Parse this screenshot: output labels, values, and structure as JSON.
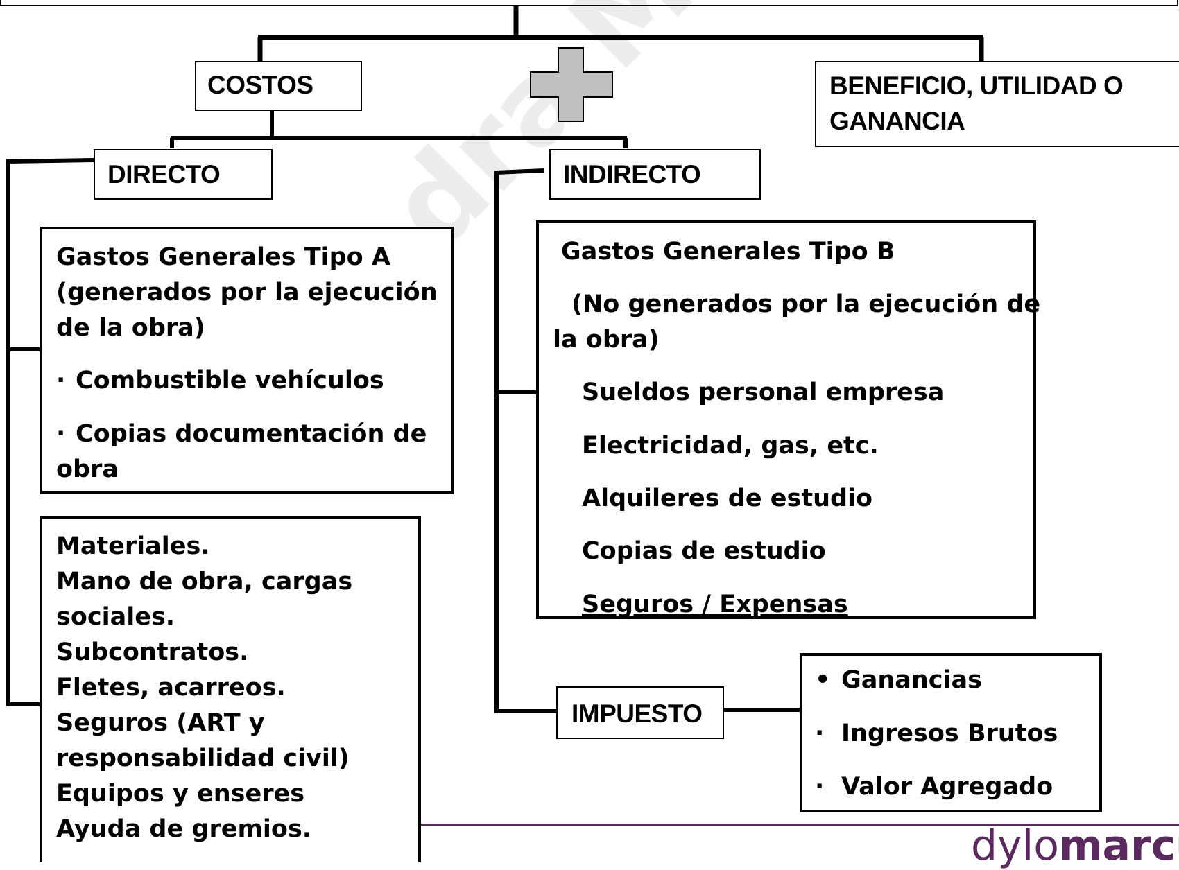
{
  "nodes": {
    "costos": "COSTOS",
    "beneficio_line1": "BENEFICIO, UTILIDAD O",
    "beneficio_line2": "GANANCIA",
    "directo": "DIRECTO",
    "indirecto": "INDIRECTO",
    "impuesto": "IMPUESTO"
  },
  "tipo_a": {
    "lines": [
      "Gastos Generales Tipo A",
      "(generados por la ejecución",
      "de la obra)"
    ],
    "items": [
      "Combustible vehículos",
      "Copias documentación de"
    ],
    "item2_cont": "obra"
  },
  "directos": {
    "lines": [
      "Materiales.",
      "Mano de obra, cargas",
      "sociales.",
      "Subcontratos.",
      "Fletes, acarreos.",
      "Seguros (ART y",
      "responsabilidad civil)",
      "Equipos y enseres",
      "Ayuda de gremios."
    ]
  },
  "tipo_b": {
    "title": "Gastos Generales Tipo B",
    "sub1": "(No generados por la ejecución de",
    "sub2": "la obra)",
    "items": [
      "Sueldos personal empresa",
      "Electricidad, gas, etc.",
      "Alquileres de estudio",
      "Copias de estudio",
      "Seguros / Expensas"
    ]
  },
  "impuestos": {
    "items": [
      "Ganancias",
      "Ingresos Brutos",
      "Valor Agregado"
    ],
    "bullets": [
      "•",
      "·",
      "·"
    ]
  },
  "watermark": "Catedra Marcus",
  "footer": {
    "prefix": "dylo",
    "bold": "marcus"
  },
  "colors": {
    "plus_fill": "#c0c0c0",
    "footer_line": "#5a2a5e"
  }
}
